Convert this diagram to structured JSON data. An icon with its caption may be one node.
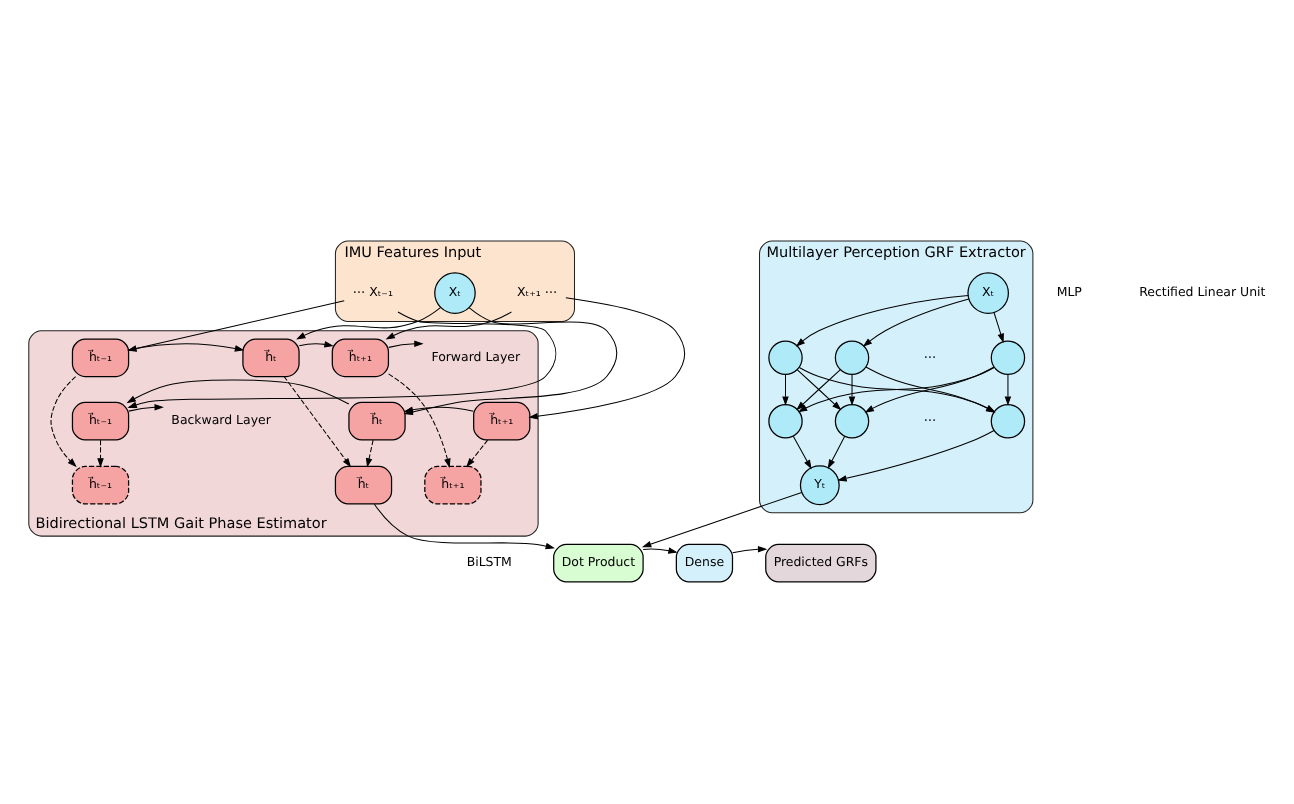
{
  "diagram": {
    "nodes": [
      {
        "text": [
          "IMU Features Input"
        ]
      },
      {
        "text": [
          "⋯ Xₜ₋₁"
        ],
        "in": 0
      },
      {
        "text": [
          "Xₜ"
        ],
        "in": 0
      },
      {
        "text": [
          "Xₜ₊₁ ⋯"
        ],
        "in": 0
      },
      {
        "text": [
          "Bidirectional LSTM Gait Phase Estimator"
        ]
      },
      {
        "text": [
          "h⃗ₜ₋₁"
        ],
        "in": 4
      },
      {
        "text": [
          "h⃗ₜ"
        ],
        "in": 4
      },
      {
        "text": [
          "h⃗ₜ₊₁"
        ],
        "in": 4
      },
      {
        "text": [
          "h⃗ₜ₋₁"
        ],
        "in": 4
      },
      {
        "text": [
          "h⃗ₜ"
        ],
        "in": 4
      },
      {
        "text": [
          "h⃗ₜ₊₁"
        ],
        "in": 4
      },
      {
        "text": [
          "h⃗ₜ₋₁"
        ],
        "in": 4
      },
      {
        "text": [
          "h⃗ₜ"
        ],
        "in": 4
      },
      {
        "text": [
          "h⃗ₜ₊₁"
        ],
        "in": 4
      },
      {
        "text": [
          "Multilayer Perception GRF Extractor"
        ]
      },
      {
        "text": [
          "Xₜ"
        ],
        "in": 14
      },
      {
        "text": [],
        "shape": "circle",
        "in": 14
      },
      {
        "text": [],
        "shape": "circle",
        "in": 14
      },
      {
        "text": [],
        "shape": "circle",
        "in": 14
      },
      {
        "text": [],
        "shape": "circle",
        "in": 14
      },
      {
        "text": [],
        "shape": "circle",
        "in": 14
      },
      {
        "text": [],
        "shape": "circle",
        "in": 14
      },
      {
        "text": [
          "Yₜ"
        ],
        "in": 14
      },
      {
        "text": [
          "Dot Product"
        ]
      },
      {
        "text": [
          "Dense"
        ]
      },
      {
        "text": [
          "Predicted GRFs"
        ]
      },
      {
        "text": [
          "Forward Layer"
        ],
        "in": 4
      },
      {
        "text": [
          "Backward Layer"
        ],
        "in": 4
      }
    ],
    "edges": [
      {
        "from": 1,
        "to": 5,
        "arrow": "to"
      },
      {
        "from": 1,
        "to": 8,
        "arrow": "to"
      },
      {
        "from": 2,
        "to": 6,
        "arrow": "to"
      },
      {
        "from": 2,
        "to": 9,
        "arrow": "to"
      },
      {
        "from": 3,
        "to": 7,
        "arrow": "to"
      },
      {
        "from": 3,
        "to": 10,
        "arrow": "to"
      },
      {
        "from": 5,
        "to": 6,
        "arrow": "to"
      },
      {
        "from": 6,
        "to": 7,
        "arrow": "to"
      },
      {
        "from": 7,
        "to": 26,
        "arrow": "to"
      },
      {
        "from": 10,
        "to": 9,
        "arrow": "to"
      },
      {
        "from": 9,
        "to": 8,
        "arrow": "to"
      },
      {
        "from": 8,
        "to": 27,
        "arrow": "to"
      },
      {
        "from": 5,
        "to": 11,
        "arrow": "to",
        "style": "dashed"
      },
      {
        "from": 8,
        "to": 11,
        "arrow": "to",
        "style": "dashed"
      },
      {
        "from": 6,
        "to": 12,
        "arrow": "to",
        "style": "dashed"
      },
      {
        "from": 9,
        "to": 12,
        "arrow": "to",
        "style": "dashed"
      },
      {
        "from": 7,
        "to": 13,
        "arrow": "to",
        "style": "dashed"
      },
      {
        "from": 10,
        "to": 13,
        "arrow": "to",
        "style": "dashed"
      },
      {
        "from": 15,
        "to": 16,
        "arrow": "to"
      },
      {
        "from": 15,
        "to": 17,
        "arrow": "to"
      },
      {
        "from": 15,
        "to": 18,
        "arrow": "to"
      },
      {
        "from": 16,
        "to": 19,
        "arrow": "to"
      },
      {
        "from": 16,
        "to": 20,
        "arrow": "to"
      },
      {
        "from": 16,
        "to": 21,
        "arrow": "to"
      },
      {
        "from": 17,
        "to": 19,
        "arrow": "to"
      },
      {
        "from": 17,
        "to": 20,
        "arrow": "to"
      },
      {
        "from": 17,
        "to": 21,
        "arrow": "to"
      },
      {
        "from": 18,
        "to": 19,
        "arrow": "to"
      },
      {
        "from": 18,
        "to": 20,
        "arrow": "to"
      },
      {
        "from": 18,
        "to": 21,
        "arrow": "to"
      },
      {
        "from": 19,
        "to": 22,
        "arrow": "to"
      },
      {
        "from": 20,
        "to": 22,
        "arrow": "to"
      },
      {
        "from": 21,
        "to": 22,
        "arrow": "to"
      },
      {
        "from": 12,
        "to": 23,
        "arrow": "to"
      },
      {
        "from": 22,
        "to": 23,
        "arrow": "to"
      },
      {
        "from": 23,
        "to": 24,
        "arrow": "to"
      },
      {
        "from": 24,
        "to": 25,
        "arrow": "to"
      }
    ],
    "labels": [
      "MLP",
      "⋯",
      "⋯",
      "Rectified Linear Unit",
      "BiLSTM"
    ]
  }
}
